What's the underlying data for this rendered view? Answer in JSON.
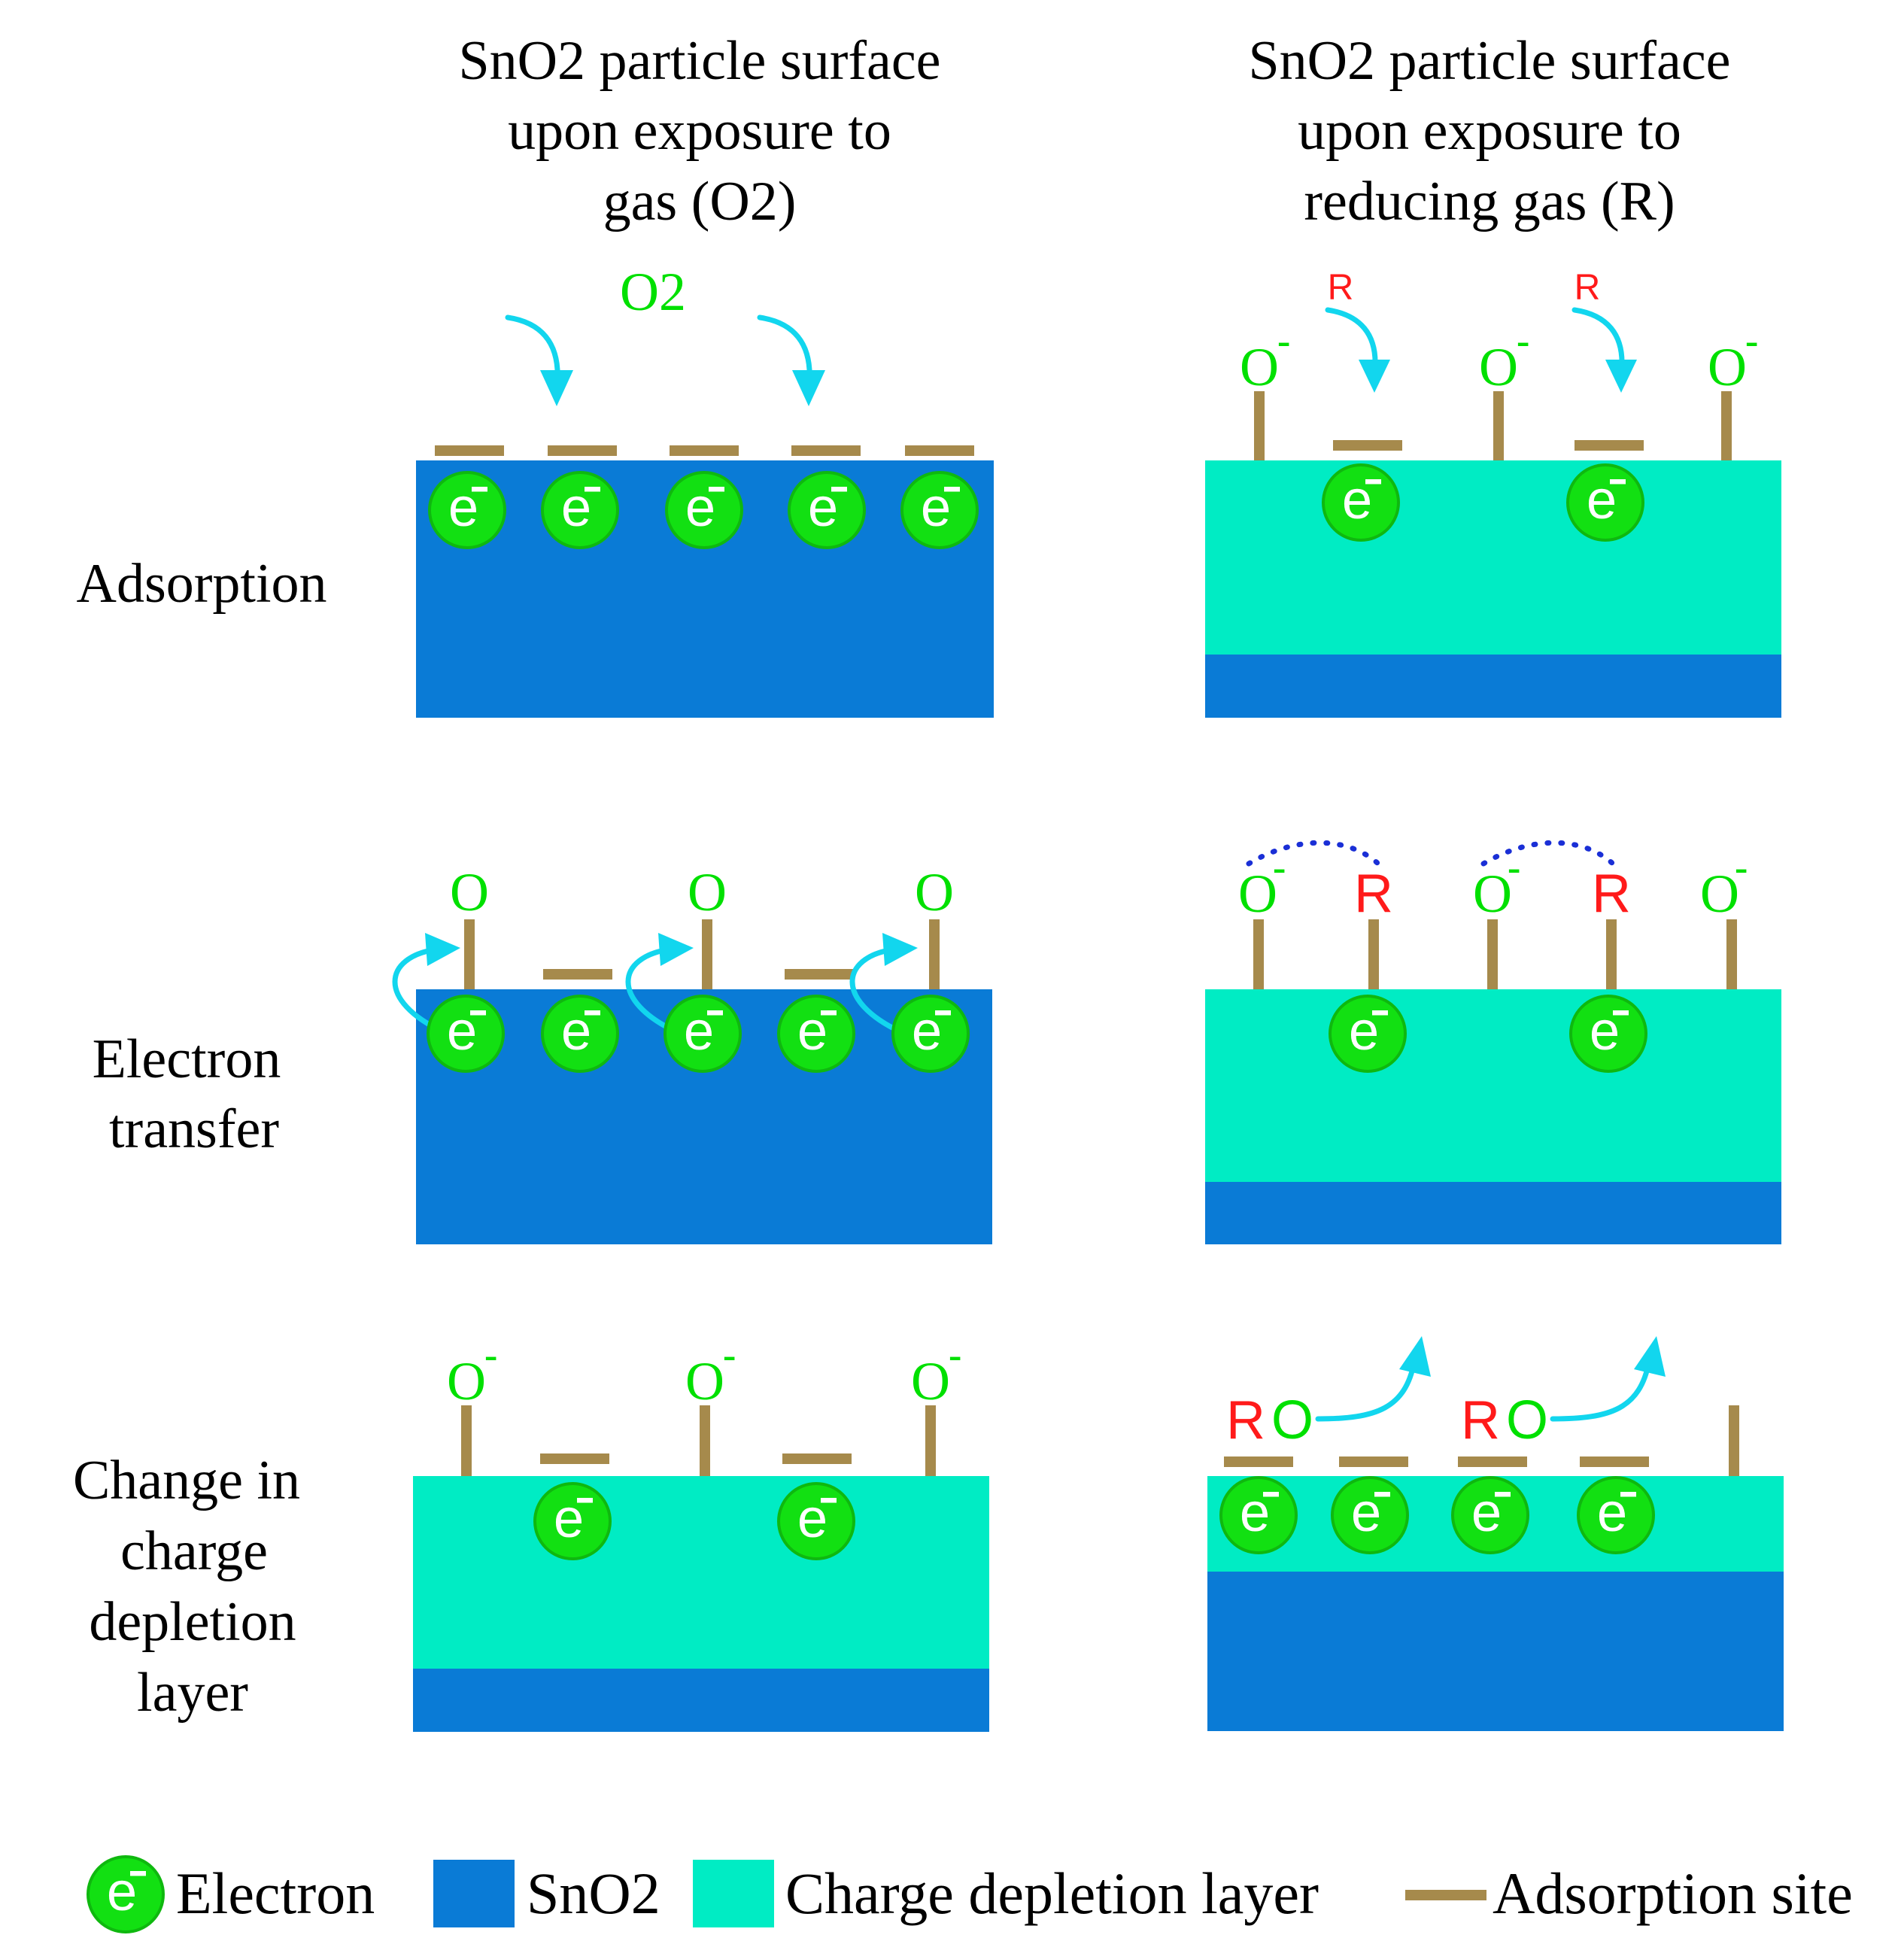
{
  "colors": {
    "sno2": "#0a7bd6",
    "depletion": "#00ecc4",
    "electron": "#12e012",
    "electron_ring": "#0fb80f",
    "site": "#a68a4c",
    "arrow": "#12d6ee",
    "oxygen_text": "#00e000",
    "reducing_text": "#ff1a1a",
    "dotted": "#1a2fd6",
    "text": "#000000"
  },
  "headers": {
    "left": [
      "SnO2 particle surface",
      "upon exposure to",
      "gas (O2)"
    ],
    "right": [
      "SnO2 particle surface",
      "upon exposure to",
      "reducing gas (R)"
    ]
  },
  "rows": {
    "adsorption": [
      "Adsorption"
    ],
    "transfer": [
      "Electron",
      "transfer"
    ],
    "depletion": [
      "Change in",
      "charge",
      "depletion",
      "layer"
    ]
  },
  "species": {
    "o2": "O2",
    "o": "O",
    "o_minus": "O",
    "minus": "-",
    "r": "R",
    "ro_r": "R",
    "ro_o": "O",
    "electron_e": "e",
    "electron_minus": "-"
  },
  "legend": {
    "electron": "Electron",
    "sno2": "SnO2",
    "depletion": "Charge depletion layer",
    "site": "Adsorption site"
  }
}
